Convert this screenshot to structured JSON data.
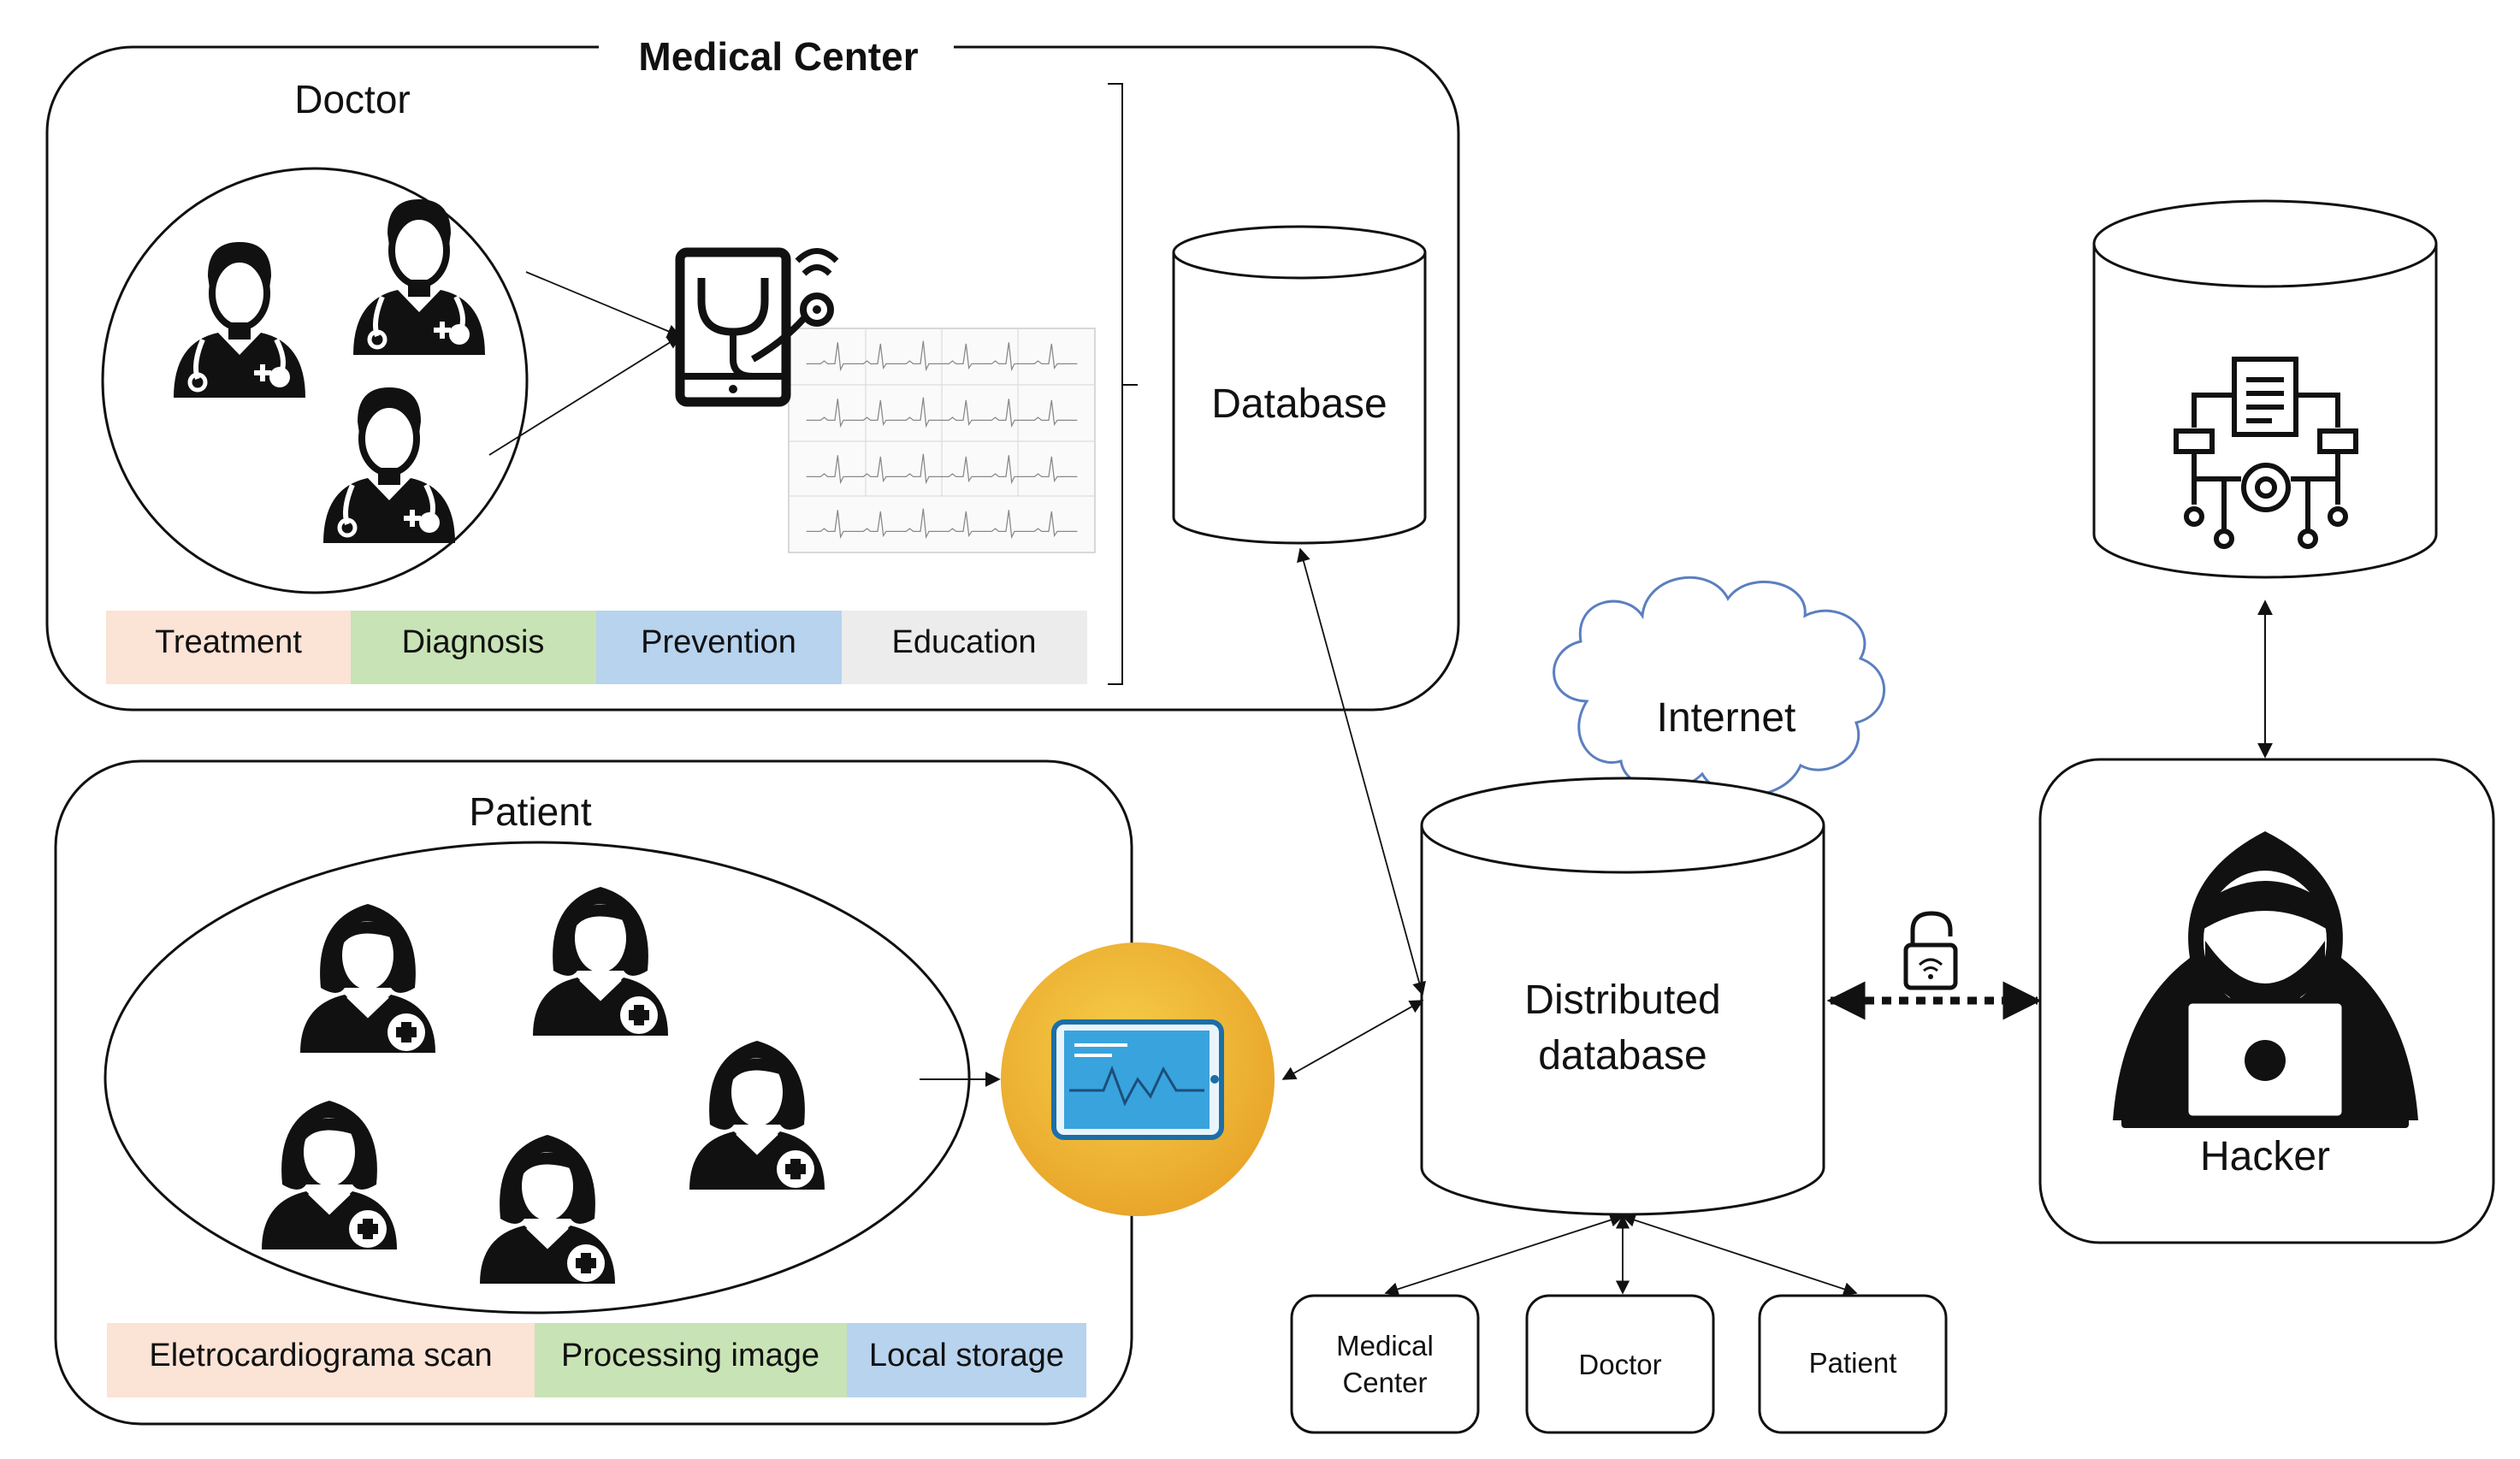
{
  "medical_center": {
    "title": "Medical Center",
    "doctor_label": "Doctor",
    "activities": [
      "Treatment",
      "Diagnosis",
      "Prevention",
      "Education"
    ],
    "database_label": "Database"
  },
  "patient": {
    "title": "Patient",
    "steps": [
      "Eletrocardiograma scan",
      "Processing image",
      "Local storage"
    ]
  },
  "internet_label": "Internet",
  "distributed_db": {
    "line1": "Distributed",
    "line2": "database"
  },
  "clients": [
    {
      "line1": "Medical",
      "line2": "Center"
    },
    {
      "line1": "Doctor",
      "line2": ""
    },
    {
      "line1": "Patient",
      "line2": ""
    }
  ],
  "hacker_label": "Hacker",
  "colors": {
    "treatment": "#fbe3d6",
    "diagnosis": "#c8e3b5",
    "prevention": "#b7d3ee",
    "education": "#ececec",
    "device_circle": "#f0b636",
    "cloud_stroke": "#5b7fbf"
  }
}
